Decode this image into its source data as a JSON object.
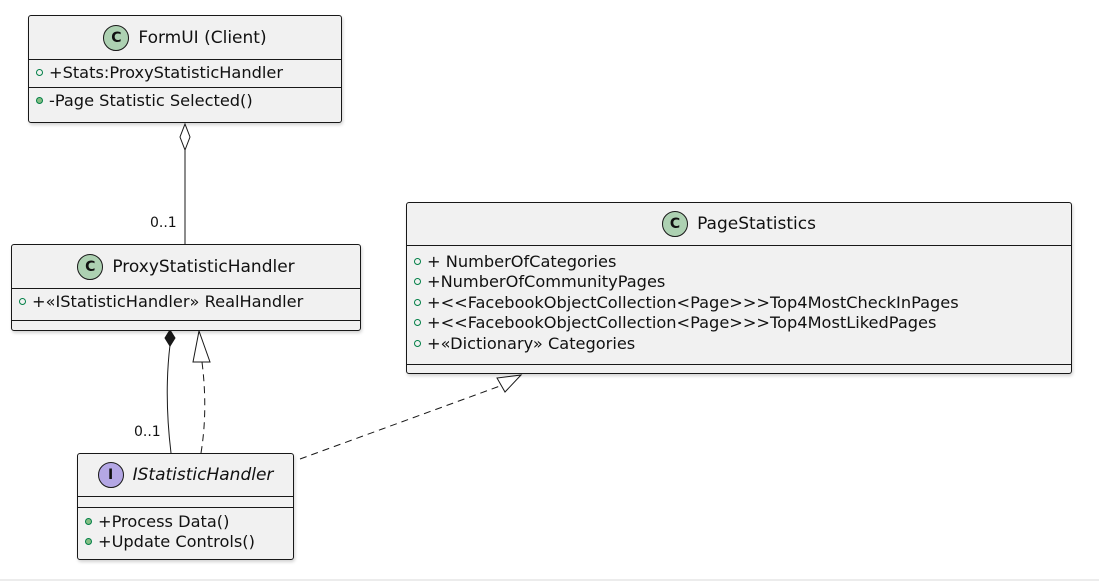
{
  "diagram": {
    "classes": {
      "formui": {
        "stereotype_icon": "C",
        "name": "FormUI (Client)",
        "fields": [
          "+Stats:ProxyStatisticHandler"
        ],
        "methods": [
          "-Page Statistic Selected()"
        ]
      },
      "proxy": {
        "stereotype_icon": "C",
        "name": "ProxyStatisticHandler",
        "fields": [
          "+«IStatisticHandler» RealHandler"
        ],
        "methods": []
      },
      "pagestats": {
        "stereotype_icon": "C",
        "name": "PageStatistics",
        "fields": [
          "+ NumberOfCategories",
          "+NumberOfCommunityPages",
          "+<<FacebookObjectCollection<Page>>>Top4MostCheckInPages",
          "+<<FacebookObjectCollection<Page>>>Top4MostLikedPages",
          "+«Dictionary» Categories"
        ],
        "methods": []
      },
      "istat": {
        "stereotype_icon": "I",
        "name": "IStatisticHandler",
        "fields": [],
        "methods": [
          "+Process Data()",
          "+Update Controls()"
        ]
      }
    },
    "relations": [
      {
        "from": "formui",
        "to": "proxy",
        "kind": "aggregation",
        "multiplicity": "0..1"
      },
      {
        "from": "proxy",
        "to": "istat",
        "kind": "composition",
        "multiplicity": "0..1"
      },
      {
        "from": "istat",
        "to": "proxy",
        "kind": "realization"
      },
      {
        "from": "istat",
        "to": "pagestats",
        "kind": "realization"
      }
    ]
  },
  "colors": {
    "class_fill": "#f1f1f1",
    "border": "#181818",
    "class_badge": "#add1b2",
    "interface_badge": "#b4a7e5",
    "visibility_public": "#84be84"
  },
  "icons": {
    "class_badge": "circled-letter-c",
    "interface_badge": "circled-letter-i",
    "public_field": "hollow-green-circle",
    "public_method": "filled-green-circle"
  }
}
